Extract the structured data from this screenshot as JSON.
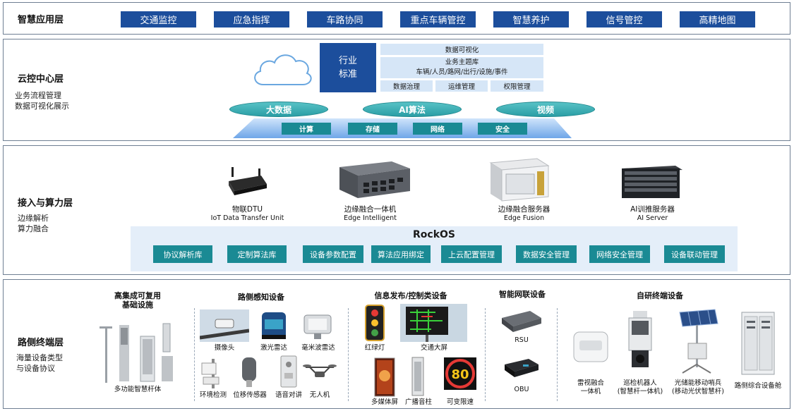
{
  "app_layer": {
    "title": "智慧应用层",
    "buttons": [
      "交通监控",
      "应急指挥",
      "车路协同",
      "重点车辆管控",
      "智慧养护",
      "信号管控",
      "高精地图"
    ]
  },
  "cloud_layer": {
    "title": "云控中心层",
    "subtitle_1": "业务流程管理",
    "subtitle_2": "数据可视化展示",
    "standard_1": "行业",
    "standard_2": "标准",
    "data_viz": "数据可视化",
    "topic_db": "业务主题库",
    "topic_db_items": "车辆/人员/路网/出行/设施/事件",
    "governance": "数据治理",
    "ops": "运维管理",
    "permission": "权限管理",
    "discs": [
      "大数据",
      "AI算法",
      "视频"
    ],
    "infra": [
      "计算",
      "存储",
      "网络",
      "安全"
    ]
  },
  "edge_layer": {
    "title": "接入与算力层",
    "subtitle_1": "边缘解析",
    "subtitle_2": "算力融合",
    "devices": [
      {
        "name": "物联DTU",
        "en": "IoT Data Transfer Unit"
      },
      {
        "name": "边缘融合一体机",
        "en": "Edge Intelligent"
      },
      {
        "name": "边缘融合服务器",
        "en": "Edge Fusion"
      },
      {
        "name": "AI训推服务器",
        "en": "AI Server"
      }
    ],
    "os_name": "RockOS",
    "os_modules": [
      "协议解析库",
      "定制算法库",
      "设备参数配置",
      "算法应用绑定",
      "上云配置管理",
      "数据安全管理",
      "网络安全管理",
      "设备联动管理"
    ]
  },
  "terminal_layer": {
    "title": "路侧终端层",
    "subtitle_1": "海量设备类型",
    "subtitle_2": "与设备协议",
    "groups": {
      "infra_title_1": "高集成可复用",
      "infra_title_2": "基础设施",
      "infra_pole": "多功能智慧杆体",
      "sensing_title": "路侧感知设备",
      "sensing": [
        "摄像头",
        "激光雷达",
        "毫米波雷达",
        "环境检测",
        "位移传感器",
        "语音对讲",
        "无人机"
      ],
      "publish_title": "信息发布/控制类设备",
      "publish": [
        "红绿灯",
        "交通大屏",
        "多媒体屏",
        "广播音柱",
        "可变限速"
      ],
      "speed_value": "80",
      "network_title": "智能网联设备",
      "network": [
        "RSU",
        "OBU"
      ],
      "self_title": "自研终端设备",
      "self_1a": "雷视融合",
      "self_1b": "一体机",
      "self_2a": "巡检机器人",
      "self_2b": "(智慧杆一体机)",
      "self_3a": "光储能移动哨兵",
      "self_3b": "(移动光伏智慧杆)",
      "self_4": "路侧综合设备舱"
    }
  },
  "colors": {
    "navy": "#1c4e9c",
    "teal": "#1a8a94",
    "light_blue": "#d6e6f7",
    "border": "#6f7f93"
  }
}
